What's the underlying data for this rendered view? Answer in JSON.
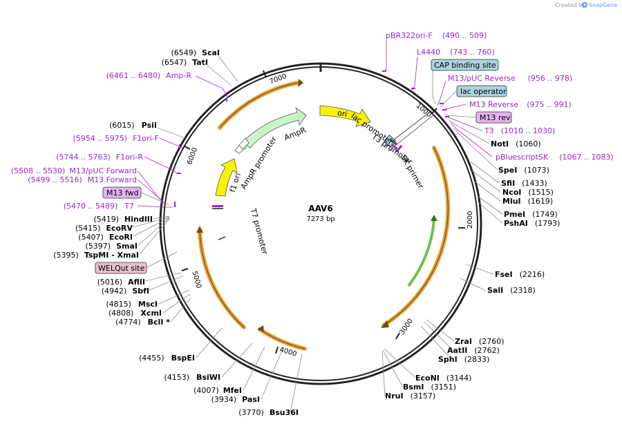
{
  "credit": {
    "created_by": "Created by",
    "brand": "SnapGene"
  },
  "plasmid": {
    "name": "AAV6",
    "size": "7273 bp",
    "length": 7273
  },
  "ticks": [
    "1000",
    "2000",
    "3000",
    "4000",
    "5000",
    "6000",
    "7000"
  ],
  "colors": {
    "backbone": "#222222",
    "feature_purple": "#9b26c4",
    "orange_arrow": "#e5a33a",
    "ori_yellow": "#f7f300",
    "ampr_green": "#c7f5c7",
    "lac_blue": "#a9d3dd",
    "welqut_pink": "#e8bfcf",
    "m13_lilac": "#e2b3f2"
  },
  "right_labels": [
    {
      "name": "pBR322ori-F",
      "range": "(490 .. 509)",
      "kind": "feature"
    },
    {
      "name": "L4440",
      "range": "(743 .. 760)",
      "kind": "feature"
    },
    {
      "name": "CAP binding site",
      "kind": "box-blue"
    },
    {
      "name": "M13/pUC Reverse",
      "range": "(956 .. 978)",
      "kind": "feature"
    },
    {
      "name": "lac operator",
      "kind": "box-blue"
    },
    {
      "name": "M13 Reverse",
      "range": "(975 .. 991)",
      "kind": "feature"
    },
    {
      "name": "M13 rev",
      "kind": "box-lilac"
    },
    {
      "name": "T3",
      "range": "(1010 .. 1030)",
      "kind": "feature"
    },
    {
      "name": "NotI",
      "range": "(1060)",
      "kind": "site"
    },
    {
      "name": "pBluescriptSK",
      "range": "(1067 .. 1083)",
      "kind": "feature"
    },
    {
      "name": "SpeI",
      "range": "(1073)",
      "kind": "site"
    },
    {
      "name": "SfiI",
      "range": "(1433)",
      "kind": "site"
    },
    {
      "name": "NcoI",
      "range": "(1515)",
      "kind": "site"
    },
    {
      "name": "MluI",
      "range": "(1619)",
      "kind": "site"
    },
    {
      "name": "PmeI",
      "range": "(1749)",
      "kind": "site"
    },
    {
      "name": "PshAI",
      "range": "(1793)",
      "kind": "site"
    },
    {
      "name": "FseI",
      "range": "(2216)",
      "kind": "site"
    },
    {
      "name": "SalI",
      "range": "(2318)",
      "kind": "site"
    },
    {
      "name": "ZraI",
      "range": "(2760)",
      "kind": "site"
    },
    {
      "name": "AatII",
      "range": "(2762)",
      "kind": "site"
    },
    {
      "name": "SphI",
      "range": "(2833)",
      "kind": "site"
    },
    {
      "name": "EcoNI",
      "range": "(3144)",
      "kind": "site"
    },
    {
      "name": "BsmI",
      "range": "(3151)",
      "kind": "site"
    },
    {
      "name": "NruI",
      "range": "(3157)",
      "kind": "site"
    }
  ],
  "left_labels": [
    {
      "name": "ScaI",
      "range": "(6549)",
      "kind": "site"
    },
    {
      "name": "TatI",
      "range": "(6547)",
      "kind": "site"
    },
    {
      "name": "Amp-R",
      "range": "(6461 .. 6480)",
      "kind": "feature"
    },
    {
      "name": "PsiI",
      "range": "(6015)",
      "kind": "site"
    },
    {
      "name": "F1ori-F",
      "range": "(5954 .. 5975)",
      "kind": "feature"
    },
    {
      "name": "F1ori-R",
      "range": "(5744 .. 5763)",
      "kind": "feature"
    },
    {
      "name": "M13/pUC Forward",
      "range": "(5508 .. 5530)",
      "kind": "feature"
    },
    {
      "name": "M13 Forward",
      "range": "(5499 .. 5516)",
      "kind": "feature"
    },
    {
      "name": "M13 fwd",
      "kind": "box-lilac"
    },
    {
      "name": "T7",
      "range": "(5470 .. 5489)",
      "kind": "feature"
    },
    {
      "name": "HindIII",
      "range": "(5419)",
      "kind": "site"
    },
    {
      "name": "EcoRV",
      "range": "(5415)",
      "kind": "site"
    },
    {
      "name": "EcoRI",
      "range": "(5407)",
      "kind": "site"
    },
    {
      "name": "SmaI",
      "range": "(5397)",
      "kind": "site"
    },
    {
      "name": "TspMI - XmaI",
      "range": "(5395)",
      "kind": "site"
    },
    {
      "name": "WELQut site",
      "kind": "box-pink"
    },
    {
      "name": "AflII",
      "range": "(5016)",
      "kind": "site"
    },
    {
      "name": "SbfI",
      "range": "(4942)",
      "kind": "site"
    },
    {
      "name": "MscI",
      "range": "(4815)",
      "kind": "site"
    },
    {
      "name": "XcmI",
      "range": "(4808)",
      "kind": "site"
    },
    {
      "name": "BclI *",
      "range": "(4774)",
      "kind": "site"
    },
    {
      "name": "BspEI",
      "range": "(4455)",
      "kind": "site"
    },
    {
      "name": "BsiWI",
      "range": "(4153)",
      "kind": "site"
    },
    {
      "name": "MfeI",
      "range": "(4007)",
      "kind": "site"
    },
    {
      "name": "PasI",
      "range": "(3934)",
      "kind": "site"
    },
    {
      "name": "Bsu36I",
      "range": "(3770)",
      "kind": "site"
    }
  ],
  "inner_features": {
    "ori": "ori",
    "ampr": "AmpR",
    "ampr_promoter": "AmpR promoter",
    "f1_ori": "f1 ori",
    "lac_promoter": "lac promoter",
    "sk_primer": "SK primer",
    "t3_promoter": "T3 promoter",
    "t7_promoter": "T7 promoter"
  }
}
